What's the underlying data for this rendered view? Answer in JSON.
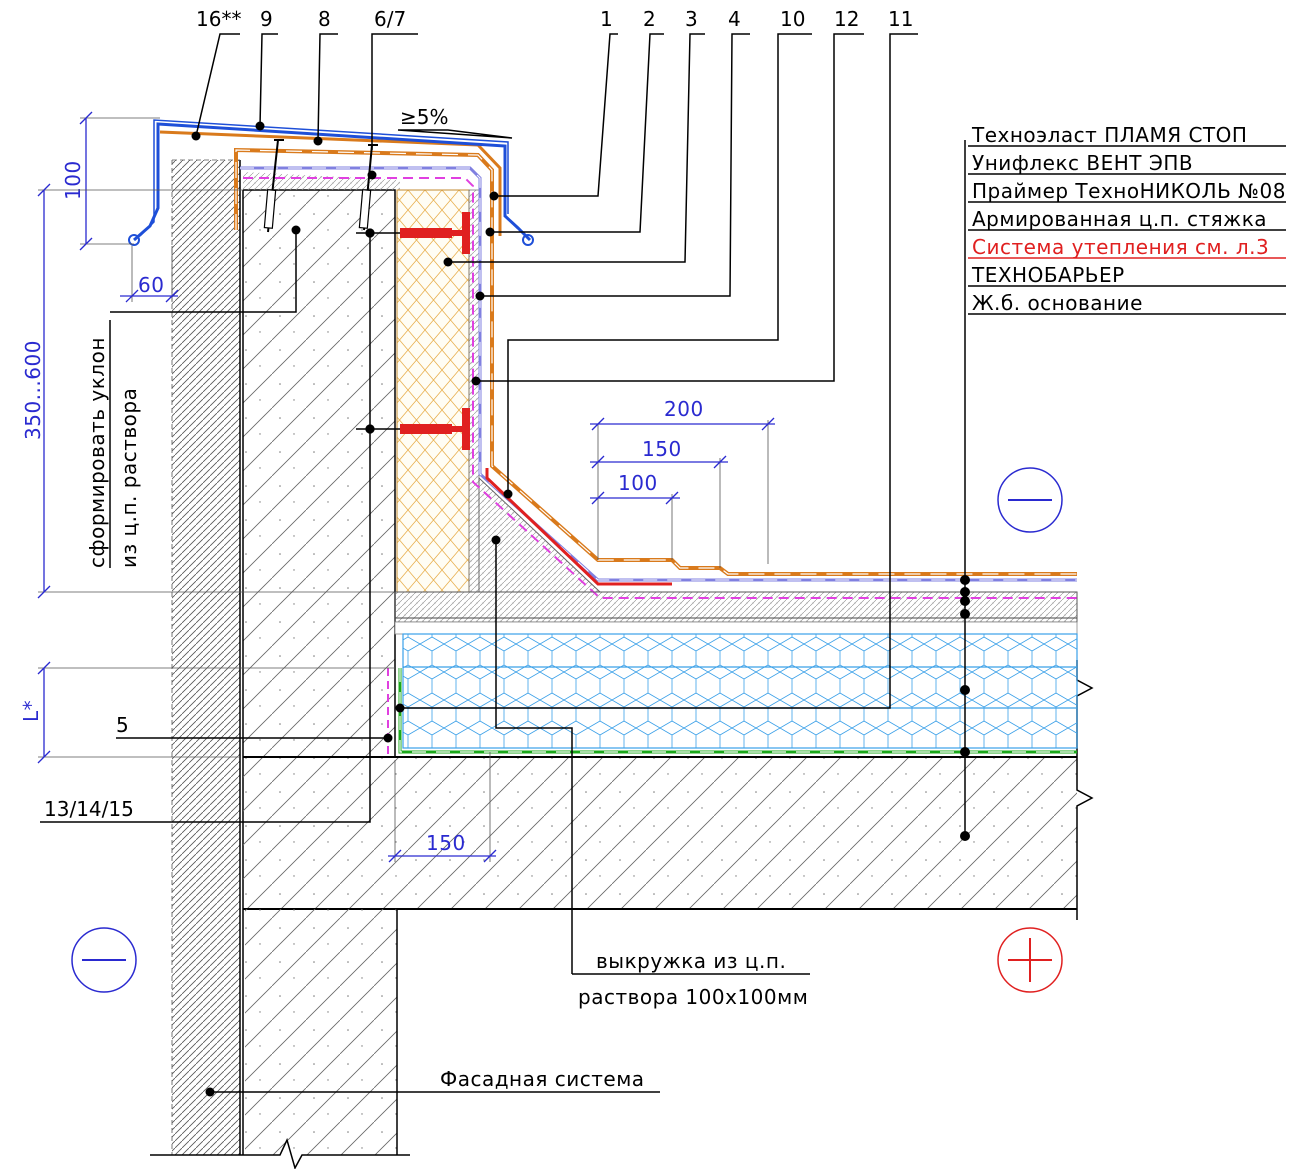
{
  "callouts": [
    "16**",
    "9",
    "8",
    "6/7",
    "1",
    "2",
    "3",
    "4",
    "10",
    "12",
    "11"
  ],
  "slope": "≥5%",
  "layers": [
    {
      "text": "Техноэласт ПЛАМЯ СТОП",
      "color": "#000000"
    },
    {
      "text": "Унифлекс ВЕНТ ЭПВ",
      "color": "#000000"
    },
    {
      "text": "Праймер ТехноНИКОЛЬ №08",
      "color": "#000000"
    },
    {
      "text": "Армированная ц.п. стяжка",
      "color": "#000000"
    },
    {
      "text": "Система утепления см. л.3",
      "color": "#e02020"
    },
    {
      "text": "ТЕХНОБАРЬЕР",
      "color": "#000000"
    },
    {
      "text": "Ж.б. основание",
      "color": "#000000"
    }
  ],
  "dimensions": {
    "d100_top": "100",
    "d60": "60",
    "d350_600": "350...600",
    "d200": "200",
    "d150": "150",
    "d100": "100",
    "dL": "L*",
    "d150_bottom": "150"
  },
  "notes": {
    "slope_mortar_1": "сформировать уклон",
    "slope_mortar_2": "из ц.п. раствора",
    "fillet_1": "выкружка из ц.п.",
    "fillet_2": "раствора 100х100мм",
    "facade": "Фасадная система",
    "label_5": "5",
    "label_13": "13/14/15"
  },
  "zones": [
    {
      "sign": "minus",
      "color": "#2a2ad0"
    },
    {
      "sign": "minus",
      "color": "#2a2ad0"
    },
    {
      "sign": "plus",
      "color": "#e02020"
    }
  ],
  "colors": {
    "capping": "#1e4fd8",
    "membrane_top": "#d97a1c",
    "membrane_base": "#8080e0",
    "primer": "#e040e0",
    "vapor": "#1aa81a",
    "insulation": "#3aa0e8",
    "anchor": "#e02020",
    "dims": "#2a2ad0"
  }
}
